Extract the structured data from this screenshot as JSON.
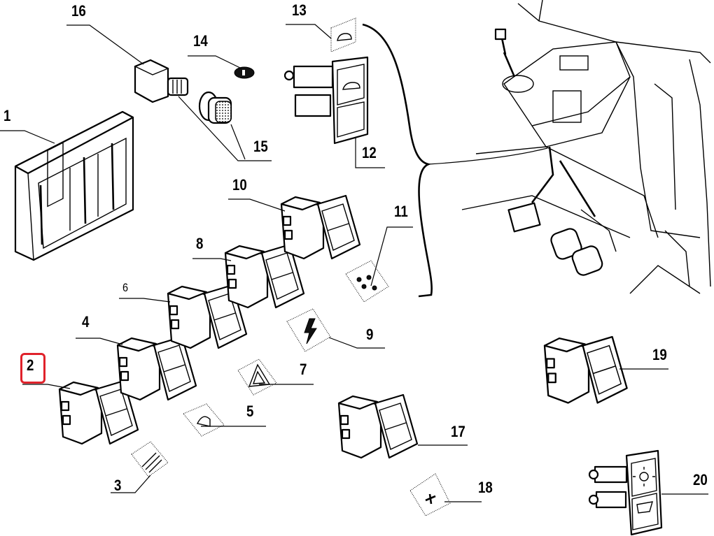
{
  "diagram": {
    "type": "exploded parts diagram",
    "subject": "dashboard rocker switches and switch panel",
    "highlighted_part": "2",
    "highlight_color": "#e0222b",
    "callouts": [
      {
        "id": "1",
        "label": "1"
      },
      {
        "id": "2",
        "label": "2"
      },
      {
        "id": "3",
        "label": "3"
      },
      {
        "id": "4",
        "label": "4"
      },
      {
        "id": "5",
        "label": "5"
      },
      {
        "id": "6",
        "label": "6"
      },
      {
        "id": "7",
        "label": "7"
      },
      {
        "id": "8",
        "label": "8"
      },
      {
        "id": "9",
        "label": "9"
      },
      {
        "id": "10",
        "label": "10"
      },
      {
        "id": "11",
        "label": "11"
      },
      {
        "id": "12",
        "label": "12"
      },
      {
        "id": "13",
        "label": "13"
      },
      {
        "id": "14",
        "label": "14"
      },
      {
        "id": "15",
        "label": "15"
      },
      {
        "id": "16",
        "label": "16"
      },
      {
        "id": "17",
        "label": "17"
      },
      {
        "id": "18",
        "label": "18"
      },
      {
        "id": "19",
        "label": "19"
      },
      {
        "id": "20",
        "label": "20"
      }
    ],
    "parts": {
      "1": "switch-panel-frame",
      "2": "rocker-switch-work-light",
      "3": "symbol-work-light",
      "4": "rocker-switch-beacon",
      "5": "symbol-beacon",
      "6": "rocker-switch-hazard",
      "7": "symbol-hazard-triangle",
      "8": "rocker-switch-electric",
      "9": "symbol-lightning",
      "10": "rocker-switch-misc",
      "11": "symbol-misc",
      "12": "double-rocker-switch",
      "13": "symbol-cab",
      "14": "nut",
      "15": "knob-and-cap",
      "16": "rotary-switch",
      "17": "rocker-switch-key",
      "18": "symbol-key",
      "19": "rocker-switch-cab",
      "20": "double-rocker-switch-light"
    }
  }
}
